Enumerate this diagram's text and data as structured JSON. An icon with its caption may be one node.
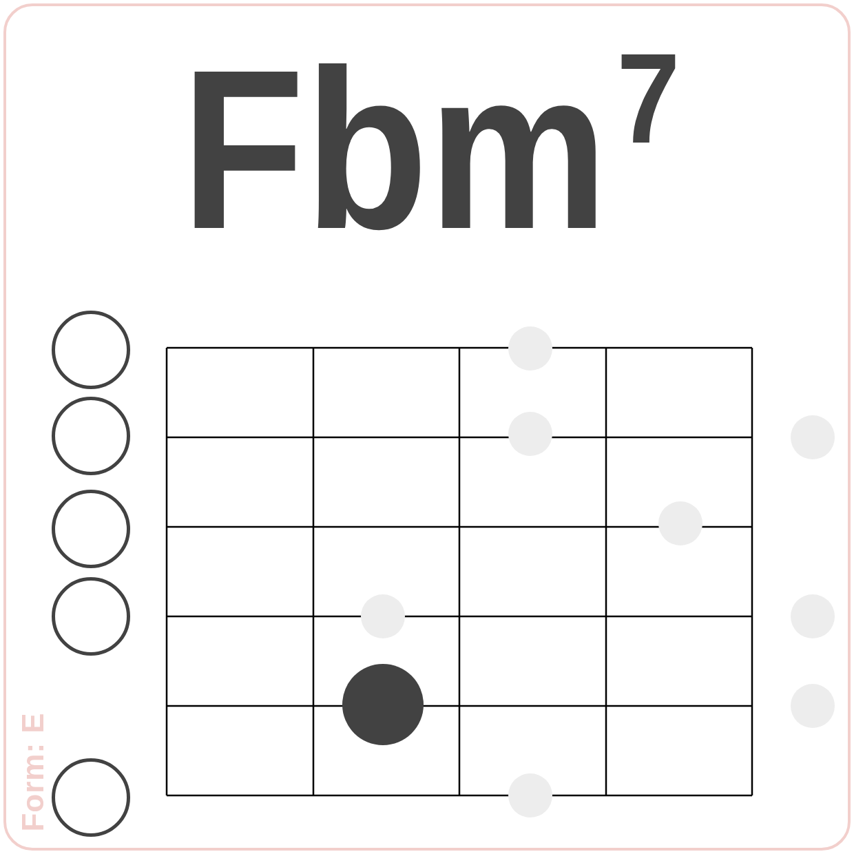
{
  "diagram": {
    "title": "Fbm$^{7}$",
    "nodes": [
      {
        "text": [],
        "shape": "circle"
      },
      {
        "text": [],
        "shape": "circle"
      },
      {
        "text": [],
        "shape": "circle"
      },
      {
        "text": [],
        "shape": "circle"
      },
      {
        "text": [],
        "shape": "circle"
      },
      {
        "text": [],
        "shape": "circle"
      },
      {
        "text": [],
        "shape": "circle"
      },
      {
        "text": [],
        "shape": "circle"
      },
      {
        "text": [],
        "shape": "circle"
      },
      {
        "text": [],
        "shape": "circle"
      },
      {
        "text": [],
        "shape": "circle"
      },
      {
        "text": [],
        "shape": "circle"
      },
      {
        "text": [],
        "shape": "circle"
      },
      {
        "text": [],
        "shape": "circle"
      }
    ],
    "labels": [
      "Form: E"
    ]
  }
}
